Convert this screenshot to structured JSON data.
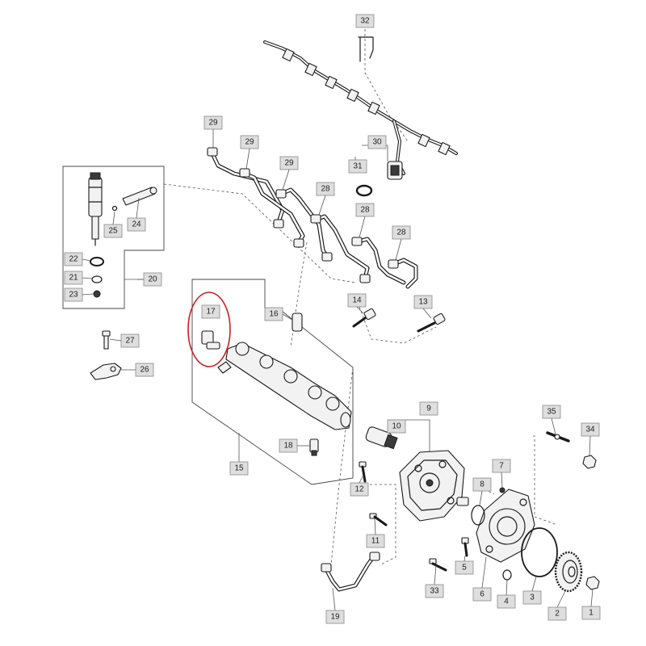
{
  "callouts": {
    "c1": "1",
    "c2": "2",
    "c3": "3",
    "c4": "4",
    "c5": "5",
    "c6": "6",
    "c7": "7",
    "c8": "8",
    "c9": "9",
    "c10": "10",
    "c11": "11",
    "c12": "12",
    "c13": "13",
    "c14": "14",
    "c15": "15",
    "c16": "16",
    "c17": "17",
    "c18": "18",
    "c19": "19",
    "c20": "20",
    "c21": "21",
    "c22": "22",
    "c23": "23",
    "c24": "24",
    "c25": "25",
    "c26": "26",
    "c27": "27",
    "c28a": "28",
    "c28b": "28",
    "c28c": "28",
    "c29a": "29",
    "c29b": "29",
    "c29c": "29",
    "c30": "30",
    "c31": "31",
    "c32": "32",
    "c33": "33",
    "c34": "34",
    "c35": "35"
  },
  "colors": {
    "highlight_circle": "#cc1e1e",
    "callout_fill": "#dedede",
    "line": "#1a1a1a"
  }
}
